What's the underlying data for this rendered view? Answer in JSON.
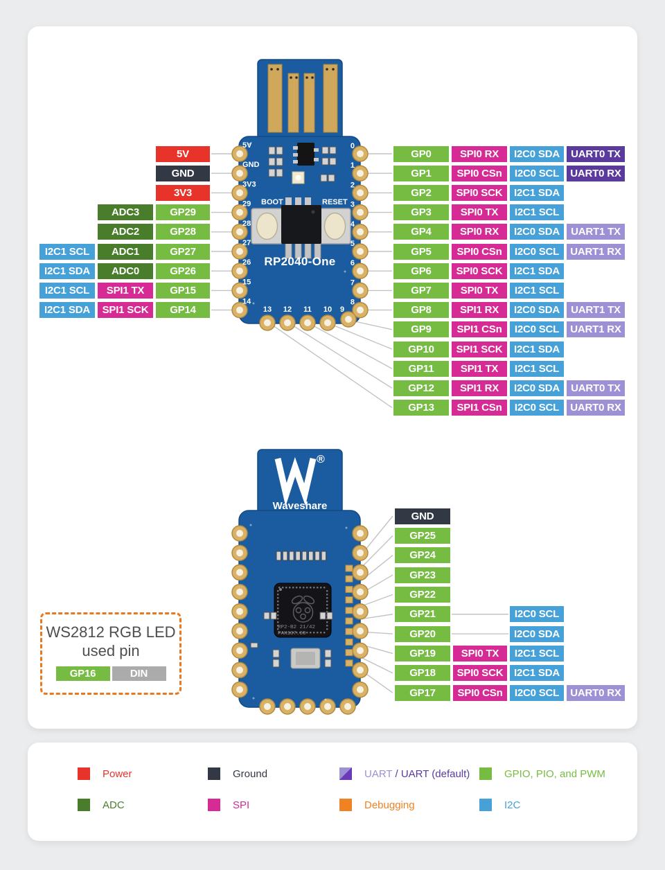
{
  "colors": {
    "gpio": "#76bc43",
    "adc": "#4a7d2b",
    "power": "#e8332a",
    "ground": "#333845",
    "spi": "#d62a94",
    "i2c": "#45a1d8",
    "uart": "#9d90d4",
    "uart_default": "#5b3a9d",
    "uart_split_dark": "#6a3ab8",
    "debug": "#ef8222",
    "din": "#ababab",
    "pcb": "#1a5c9f",
    "gold": "#d9b266"
  },
  "front": {
    "name": "RP2040-One",
    "boot": "BOOT",
    "reset": "RESET",
    "left_pin_texts": [
      "5V",
      "GND",
      "3V3",
      "29",
      "28",
      "27",
      "26",
      "15",
      "14"
    ],
    "right_pin_texts": [
      "0",
      "1",
      "2",
      "3",
      "4",
      "5",
      "6",
      "7",
      "8"
    ],
    "bottom_pin_texts": [
      "13",
      "12",
      "11",
      "10",
      "9"
    ],
    "left_rows": [
      {
        "labels": [
          {
            "text": "5V",
            "color": "power"
          }
        ]
      },
      {
        "labels": [
          {
            "text": "GND",
            "color": "ground"
          }
        ]
      },
      {
        "labels": [
          {
            "text": "3V3",
            "color": "power"
          }
        ]
      },
      {
        "labels": [
          {
            "text": "GP29",
            "color": "gpio"
          },
          {
            "text": "ADC3",
            "color": "adc"
          }
        ]
      },
      {
        "labels": [
          {
            "text": "GP28",
            "color": "gpio"
          },
          {
            "text": "ADC2",
            "color": "adc"
          }
        ]
      },
      {
        "labels": [
          {
            "text": "GP27",
            "color": "gpio"
          },
          {
            "text": "ADC1",
            "color": "adc"
          },
          {
            "text": "I2C1 SCL",
            "color": "i2c"
          }
        ]
      },
      {
        "labels": [
          {
            "text": "GP26",
            "color": "gpio"
          },
          {
            "text": "ADC0",
            "color": "adc"
          },
          {
            "text": "I2C1 SDA",
            "color": "i2c"
          }
        ]
      },
      {
        "labels": [
          {
            "text": "GP15",
            "color": "gpio"
          },
          {
            "text": "SPI1 TX",
            "color": "spi"
          },
          {
            "text": "I2C1 SCL",
            "color": "i2c"
          }
        ]
      },
      {
        "labels": [
          {
            "text": "GP14",
            "color": "gpio"
          },
          {
            "text": "SPI1 SCK",
            "color": "spi"
          },
          {
            "text": "I2C1 SDA",
            "color": "i2c"
          }
        ]
      }
    ],
    "right_rows": [
      {
        "labels": [
          {
            "text": "GP0",
            "color": "gpio"
          },
          {
            "text": "SPI0 RX",
            "color": "spi"
          },
          {
            "text": "I2C0 SDA",
            "color": "i2c"
          },
          {
            "text": "UART0 TX",
            "color": "uart_default"
          }
        ]
      },
      {
        "labels": [
          {
            "text": "GP1",
            "color": "gpio"
          },
          {
            "text": "SPI0 CSn",
            "color": "spi"
          },
          {
            "text": "I2C0 SCL",
            "color": "i2c"
          },
          {
            "text": "UART0 RX",
            "color": "uart_default"
          }
        ]
      },
      {
        "labels": [
          {
            "text": "GP2",
            "color": "gpio"
          },
          {
            "text": "SPI0 SCK",
            "color": "spi"
          },
          {
            "text": "I2C1 SDA",
            "color": "i2c"
          }
        ]
      },
      {
        "labels": [
          {
            "text": "GP3",
            "color": "gpio"
          },
          {
            "text": "SPI0 TX",
            "color": "spi"
          },
          {
            "text": "I2C1 SCL",
            "color": "i2c"
          }
        ]
      },
      {
        "labels": [
          {
            "text": "GP4",
            "color": "gpio"
          },
          {
            "text": "SPI0 RX",
            "color": "spi"
          },
          {
            "text": "I2C0 SDA",
            "color": "i2c"
          },
          {
            "text": "UART1 TX",
            "color": "uart"
          }
        ]
      },
      {
        "labels": [
          {
            "text": "GP5",
            "color": "gpio"
          },
          {
            "text": "SPI0 CSn",
            "color": "spi"
          },
          {
            "text": "I2C0 SCL",
            "color": "i2c"
          },
          {
            "text": "UART1 RX",
            "color": "uart"
          }
        ]
      },
      {
        "labels": [
          {
            "text": "GP6",
            "color": "gpio"
          },
          {
            "text": "SPI0 SCK",
            "color": "spi"
          },
          {
            "text": "I2C1 SDA",
            "color": "i2c"
          }
        ]
      },
      {
        "labels": [
          {
            "text": "GP7",
            "color": "gpio"
          },
          {
            "text": "SPI0 TX",
            "color": "spi"
          },
          {
            "text": "I2C1 SCL",
            "color": "i2c"
          }
        ]
      },
      {
        "labels": [
          {
            "text": "GP8",
            "color": "gpio"
          },
          {
            "text": "SPI1 RX",
            "color": "spi"
          },
          {
            "text": "I2C0 SDA",
            "color": "i2c"
          },
          {
            "text": "UART1 TX",
            "color": "uart"
          }
        ]
      },
      {
        "labels": [
          {
            "text": "GP9",
            "color": "gpio"
          },
          {
            "text": "SPI1 CSn",
            "color": "spi"
          },
          {
            "text": "I2C0 SCL",
            "color": "i2c"
          },
          {
            "text": "UART1 RX",
            "color": "uart"
          }
        ]
      },
      {
        "labels": [
          {
            "text": "GP10",
            "color": "gpio"
          },
          {
            "text": "SPI1 SCK",
            "color": "spi"
          },
          {
            "text": "I2C1 SDA",
            "color": "i2c"
          }
        ]
      },
      {
        "labels": [
          {
            "text": "GP11",
            "color": "gpio"
          },
          {
            "text": "SPI1 TX",
            "color": "spi"
          },
          {
            "text": "I2C1 SCL",
            "color": "i2c"
          }
        ]
      },
      {
        "labels": [
          {
            "text": "GP12",
            "color": "gpio"
          },
          {
            "text": "SPI1 RX",
            "color": "spi"
          },
          {
            "text": "I2C0 SDA",
            "color": "i2c"
          },
          {
            "text": "UART0 TX",
            "color": "uart"
          }
        ]
      },
      {
        "labels": [
          {
            "text": "GP13",
            "color": "gpio"
          },
          {
            "text": "SPI1 CSn",
            "color": "spi"
          },
          {
            "text": "I2C0 SCL",
            "color": "i2c"
          },
          {
            "text": "UART0 RX",
            "color": "uart"
          }
        ]
      }
    ]
  },
  "back": {
    "brand": "Waveshare",
    "registered": "®",
    "chip_line1": "RP2-B2 21/42",
    "chip_line2": "PAK107.00",
    "rows": [
      {
        "labels": [
          {
            "text": "GND",
            "color": "ground",
            "col": 0
          }
        ]
      },
      {
        "labels": [
          {
            "text": "GP25",
            "color": "gpio",
            "col": 0
          }
        ]
      },
      {
        "labels": [
          {
            "text": "GP24",
            "color": "gpio",
            "col": 0
          }
        ]
      },
      {
        "labels": [
          {
            "text": "GP23",
            "color": "gpio",
            "col": 0
          }
        ]
      },
      {
        "labels": [
          {
            "text": "GP22",
            "color": "gpio",
            "col": 0
          }
        ]
      },
      {
        "labels": [
          {
            "text": "GP21",
            "color": "gpio",
            "col": 0
          },
          {
            "text": "I2C0 SCL",
            "color": "i2c",
            "col": 2
          }
        ],
        "link": true
      },
      {
        "labels": [
          {
            "text": "GP20",
            "color": "gpio",
            "col": 0
          },
          {
            "text": "I2C0 SDA",
            "color": "i2c",
            "col": 2
          }
        ],
        "link": true
      },
      {
        "labels": [
          {
            "text": "GP19",
            "color": "gpio",
            "col": 0
          },
          {
            "text": "SPI0 TX",
            "color": "spi",
            "col": 1
          },
          {
            "text": "I2C1 SCL",
            "color": "i2c",
            "col": 2
          }
        ]
      },
      {
        "labels": [
          {
            "text": "GP18",
            "color": "gpio",
            "col": 0
          },
          {
            "text": "SPI0 SCK",
            "color": "spi",
            "col": 1
          },
          {
            "text": "I2C1 SDA",
            "color": "i2c",
            "col": 2
          }
        ]
      },
      {
        "labels": [
          {
            "text": "GP17",
            "color": "gpio",
            "col": 0
          },
          {
            "text": "SPI0 CSn",
            "color": "spi",
            "col": 1
          },
          {
            "text": "I2C0 SCL",
            "color": "i2c",
            "col": 2
          },
          {
            "text": "UART0 RX",
            "color": "uart",
            "col": 3
          }
        ]
      }
    ]
  },
  "ws2812": {
    "title_line1": "WS2812 RGB LED",
    "title_line2": "used pin",
    "badges": [
      {
        "text": "GP16",
        "color": "gpio"
      },
      {
        "text": "DIN",
        "color": "din"
      }
    ]
  },
  "legend": {
    "items": [
      {
        "label": "Power",
        "swatch": "power",
        "text_color": "power"
      },
      {
        "label": "Ground",
        "swatch": "ground",
        "text_color": "ground"
      },
      {
        "label": "UART / UART (default)",
        "swatch": "uart-split",
        "parts": [
          {
            "text": "UART",
            "color": "uart"
          },
          {
            "text": " / ",
            "color": "uart_default"
          },
          {
            "text": "UART (default)",
            "color": "uart_default"
          }
        ]
      },
      {
        "label": "GPIO, PIO, and PWM",
        "swatch": "gpio",
        "text_color": "gpio"
      },
      {
        "label": "ADC",
        "swatch": "adc",
        "text_color": "adc"
      },
      {
        "label": "SPI",
        "swatch": "spi",
        "text_color": "spi"
      },
      {
        "label": "Debugging",
        "swatch": "debug",
        "text_color": "debug"
      },
      {
        "label": "I2C",
        "swatch": "i2c",
        "text_color": "i2c"
      }
    ]
  }
}
